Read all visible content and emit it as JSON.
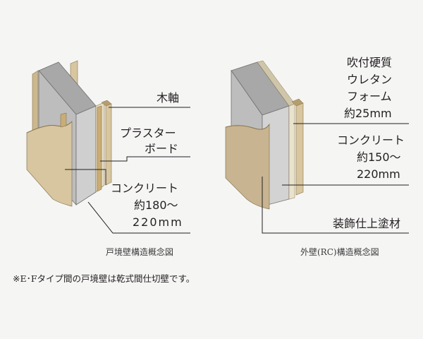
{
  "left_diagram": {
    "labels": {
      "wood_frame": "木軸",
      "plaster_board_line1": "プラスター",
      "plaster_board_line2": "ボード",
      "concrete_line1": "コンクリート",
      "concrete_line2": "約180〜",
      "concrete_line3": "220mm"
    },
    "caption": "戸境壁構造概念図"
  },
  "right_diagram": {
    "labels": {
      "urethane_line1": "吹付硬質",
      "urethane_line2": "ウレタン",
      "urethane_line3": "フォーム",
      "urethane_line4": "約25mm",
      "concrete_line1": "コンクリート",
      "concrete_line2": "約150〜",
      "concrete_line3": "220mm",
      "finish": "装飾仕上塗材"
    },
    "caption": "外壁(RC)構造概念図"
  },
  "footnote": "※E･Fタイプ間の戸境壁は乾式間仕切壁です。",
  "colors": {
    "background": "#f5f5f4",
    "concrete_face": "#c9c9c9",
    "concrete_top": "#a8a8a8",
    "concrete_side": "#9a9a9a",
    "wood": "#d8c6a0",
    "wood_dark": "#b59d6d",
    "plaster": "#e6dcc4",
    "finish_coat": "#c8b491",
    "urethane": "#e9e2cc",
    "leader_line": "#231f20"
  }
}
